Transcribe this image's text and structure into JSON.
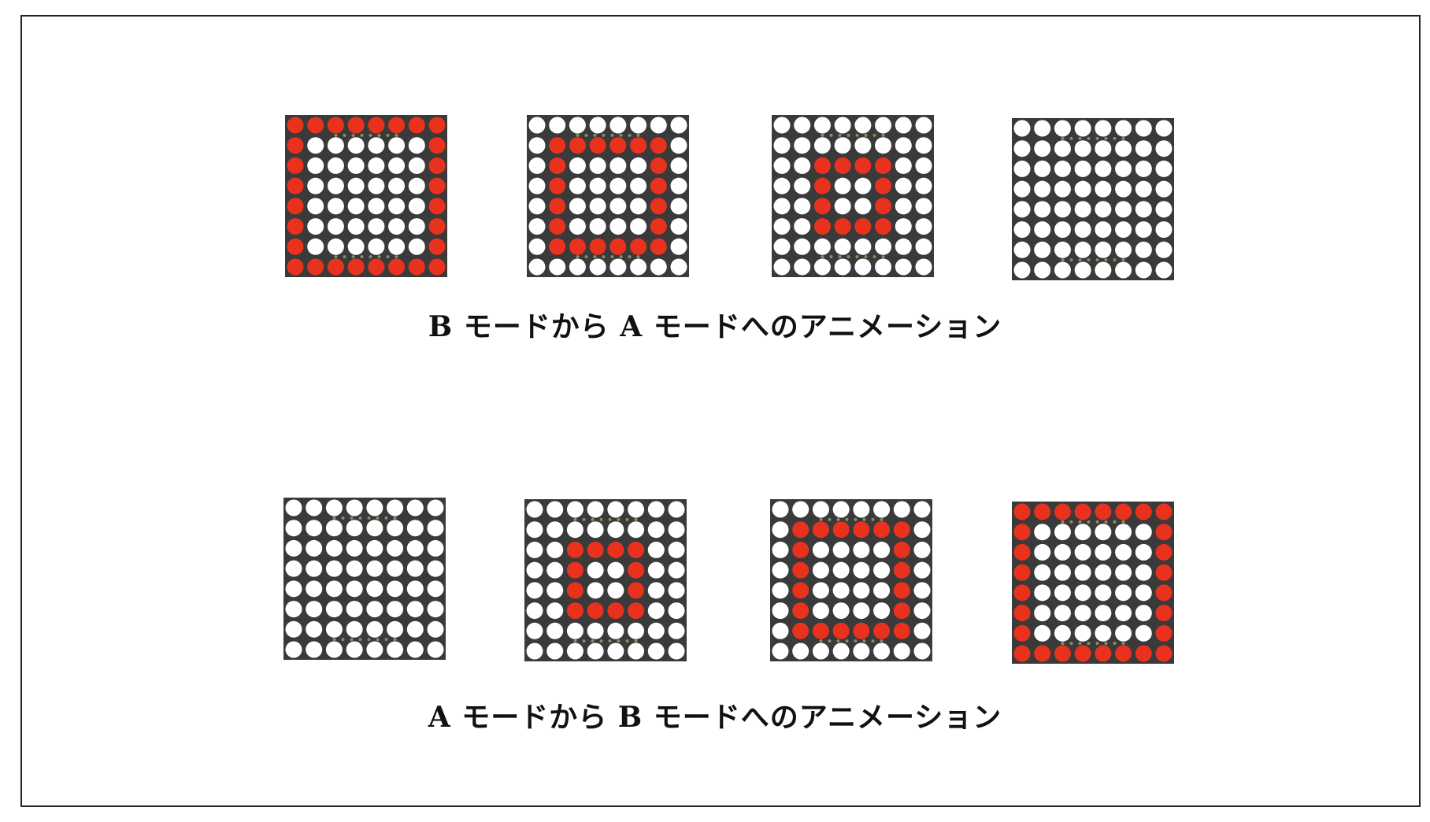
{
  "colors": {
    "board": "#3a3a3a",
    "led_off": "#ffffff",
    "led_on": "#e8321e",
    "header_pin": "#8c8a6a",
    "frame_border": "#222222",
    "caption_text": "#111111"
  },
  "matrix": {
    "rows": 8,
    "cols": 8,
    "lit_color": "red"
  },
  "rows": [
    {
      "caption": "B モードから A モードへのアニメーション",
      "frames": [
        {
          "lit_rings": [
            0
          ]
        },
        {
          "lit_rings": [
            1
          ]
        },
        {
          "lit_rings": [
            2
          ]
        },
        {
          "lit_rings": []
        }
      ]
    },
    {
      "caption": "A モードから B モードへのアニメーション",
      "frames": [
        {
          "lit_rings": []
        },
        {
          "lit_rings": [
            2
          ]
        },
        {
          "lit_rings": [
            1
          ]
        },
        {
          "lit_rings": [
            0
          ]
        }
      ]
    }
  ]
}
